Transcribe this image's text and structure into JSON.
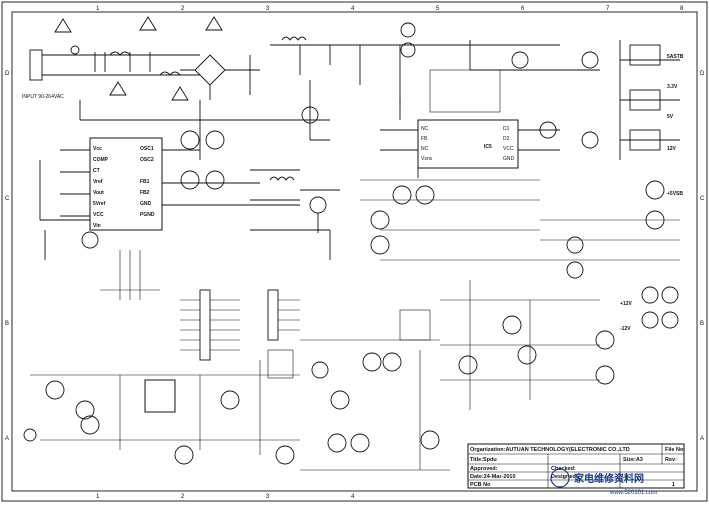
{
  "grid": {
    "columns": [
      "1",
      "2",
      "3",
      "4",
      "5",
      "6",
      "7",
      "8"
    ],
    "rows": [
      "D",
      "C",
      "B",
      "A"
    ]
  },
  "input": {
    "label": "INPUT 90-264VAC"
  },
  "ic_main": {
    "pins_left": [
      "Vcc",
      "COMP",
      "CT",
      "Vref",
      "Vout",
      "5Vref",
      "VCC",
      "Vin"
    ],
    "pins_right": [
      "OSC1",
      "OSC2",
      "FB1",
      "FB2",
      "GND",
      "PGND"
    ]
  },
  "ic_right": {
    "pins_left": [
      "NC",
      "FB",
      "NC",
      "Vsns"
    ],
    "pins_right": [
      "D1",
      "D2",
      "VCC",
      "GND"
    ],
    "name": "IC5"
  },
  "outputs": {
    "right_top": [
      "5ASTB",
      "3.3V",
      "5V",
      "12V"
    ],
    "right_mid": [
      "+5VSB",
      "+12V",
      "-12V"
    ]
  },
  "title_block": {
    "organization": "Organization:AUTUAN TECHNOLOGY(ELECTRONIC CO.,LTD",
    "title": "Title:Spdu",
    "approved": "Approved:",
    "date": "Date:24-Mar-2010",
    "pcb": "PCB No",
    "checked": "Checked:",
    "designed": "Designed:",
    "file_no": "File No:",
    "rev": "Rev:",
    "size": "Size:A3",
    "page": "1"
  },
  "watermark": {
    "brand": "家电维修资料网",
    "url": "www.520101.com"
  }
}
